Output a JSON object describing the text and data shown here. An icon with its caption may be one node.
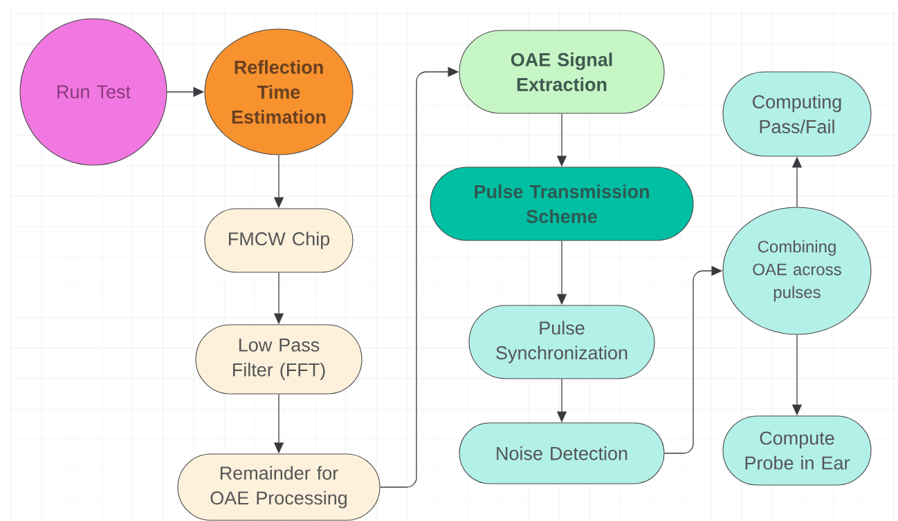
{
  "diagram": {
    "nodes": [
      {
        "text": [
          "Run Test"
        ]
      },
      {
        "text": [
          "Reflection Time Estimation"
        ]
      },
      {
        "text": [
          "FMCW Chip"
        ]
      },
      {
        "text": [
          "Low Pass Filter (FFT)"
        ]
      },
      {
        "text": [
          "Remainder for OAE Processing"
        ]
      },
      {
        "text": [
          "OAE Signal Extraction"
        ]
      },
      {
        "text": [
          "Pulse Transmission Scheme"
        ]
      },
      {
        "text": [
          "Pulse Synchronization"
        ]
      },
      {
        "text": [
          "Noise Detection"
        ]
      },
      {
        "text": [
          "Computing Pass/Fail"
        ]
      },
      {
        "text": [
          "Combining OAE across pulses"
        ]
      },
      {
        "text": [
          "Compute Probe in Ear"
        ]
      }
    ],
    "edges": [
      {
        "from": 0,
        "to": 1,
        "arrow": "to"
      },
      {
        "from": 1,
        "to": 2,
        "arrow": "to"
      },
      {
        "from": 2,
        "to": 3,
        "arrow": "to"
      },
      {
        "from": 3,
        "to": 4,
        "arrow": "to"
      },
      {
        "from": 4,
        "to": 5,
        "arrow": "to"
      },
      {
        "from": 5,
        "to": 6,
        "arrow": "to"
      },
      {
        "from": 6,
        "to": 7,
        "arrow": "to"
      },
      {
        "from": 7,
        "to": 8,
        "arrow": "to"
      },
      {
        "from": 8,
        "to": 10,
        "arrow": "to"
      },
      {
        "from": 10,
        "to": 9,
        "arrow": "to"
      },
      {
        "from": 10,
        "to": 11,
        "arrow": "to"
      }
    ]
  }
}
